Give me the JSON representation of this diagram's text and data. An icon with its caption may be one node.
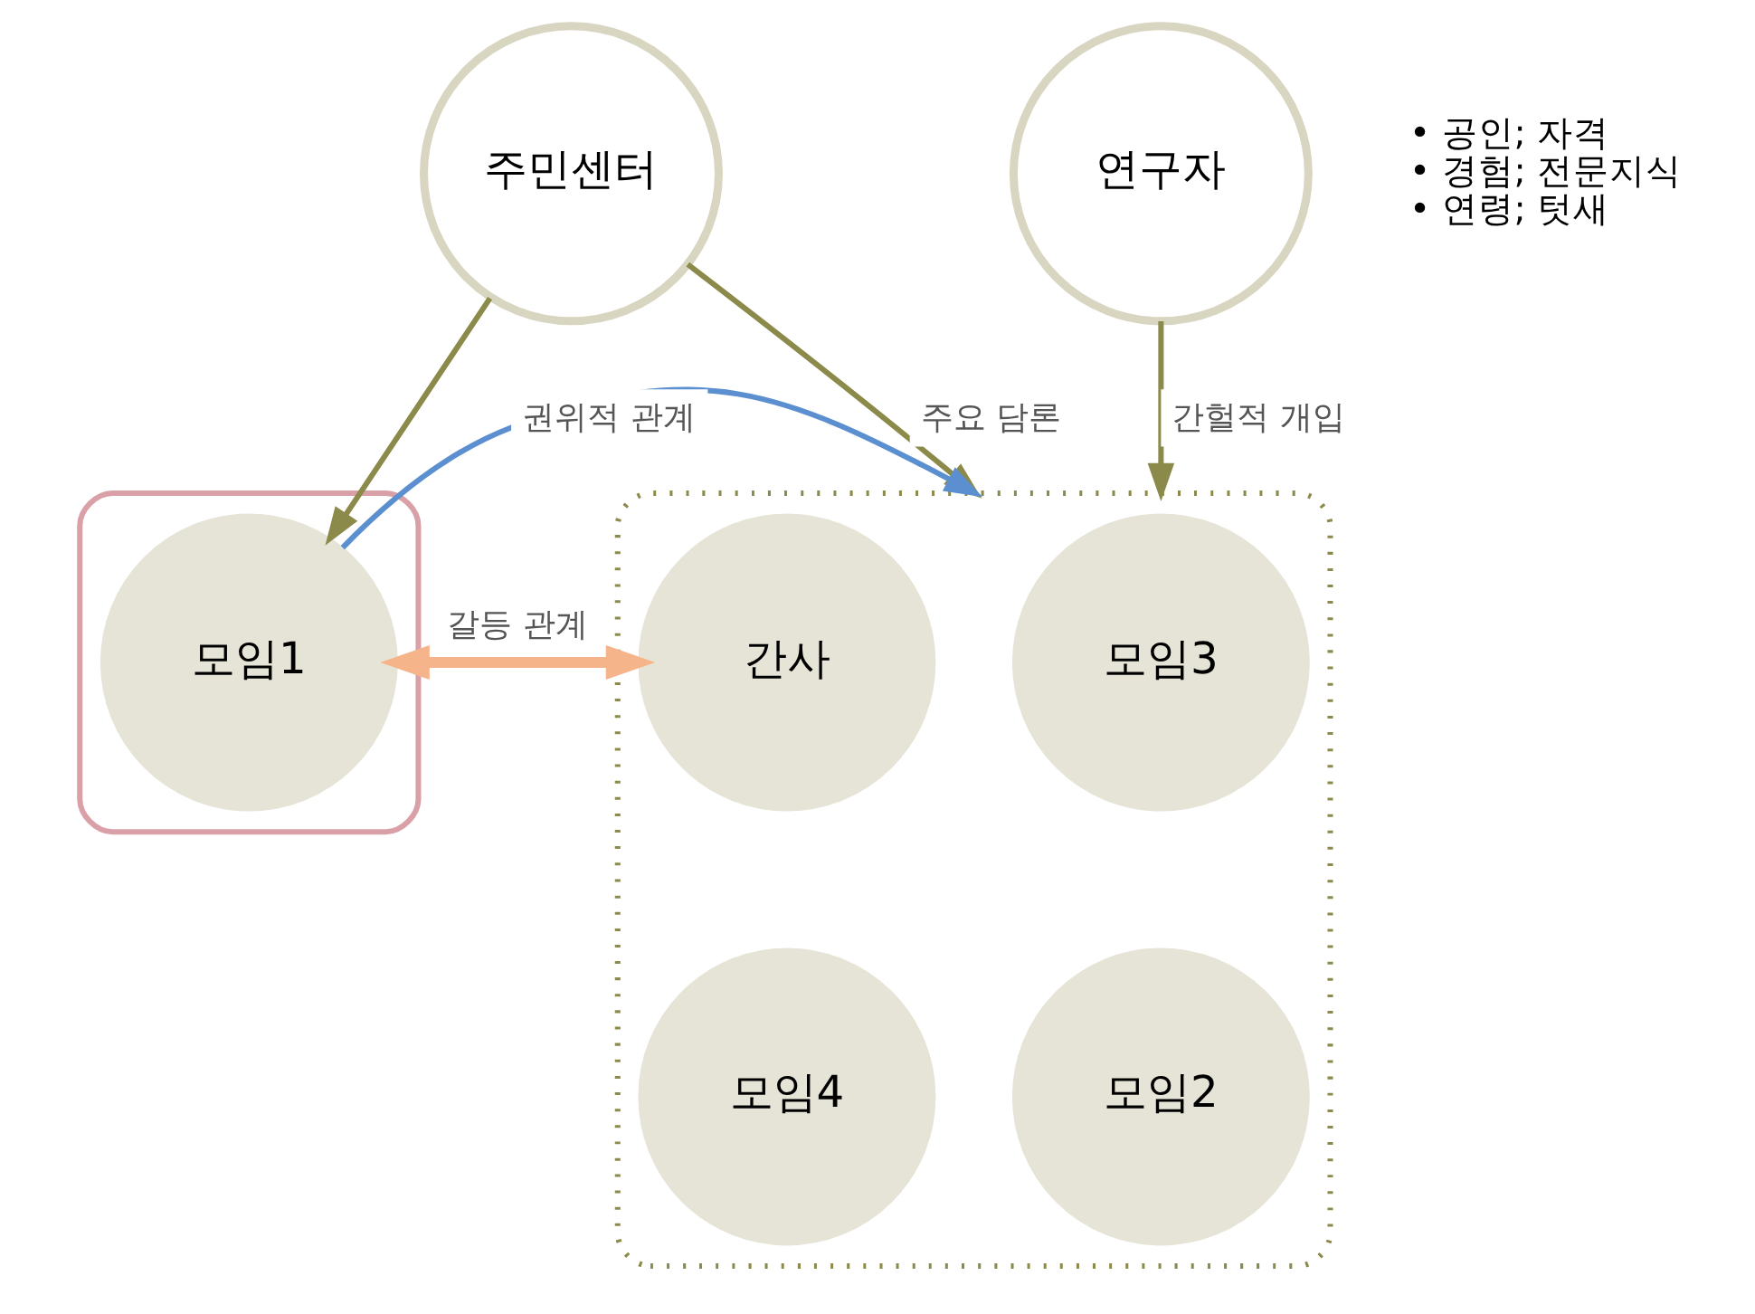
{
  "diagram": {
    "nodes": [
      {
        "text": [
          "주민센터"
        ]
      },
      {
        "text": [],
        "shape": "box"
      },
      {
        "text": [
          "모임1"
        ],
        "in": 1
      },
      {
        "text": [],
        "shape": "box"
      },
      {
        "text": [
          "모임3"
        ],
        "in": 3
      },
      {
        "text": [
          "간사"
        ],
        "in": 3
      },
      {
        "text": [
          "모임2"
        ],
        "in": 3
      },
      {
        "text": [
          "모임4"
        ],
        "in": 3
      },
      {
        "text": [
          "연구자"
        ]
      }
    ],
    "edges": [
      {
        "from": 0,
        "to": 2,
        "arrow": "to"
      },
      {
        "from": 0,
        "to": 3,
        "arrow": "to",
        "label": "주요 담론"
      },
      {
        "from": 5,
        "to": 2,
        "arrow": "both",
        "label": "갈등 관계",
        "style": "thick",
        "color": "#f5b48a"
      },
      {
        "from": 2,
        "to": 3,
        "arrow": "to",
        "label": "권위적 관계",
        "color": "#5b8fd0"
      },
      {
        "from": 8,
        "to": 3,
        "arrow": "to",
        "label": "간헐적 개입"
      }
    ],
    "labels": [
      "• 공인; 자격",
      "• 경험; 전문지식",
      "• 연령; 텃새"
    ]
  }
}
